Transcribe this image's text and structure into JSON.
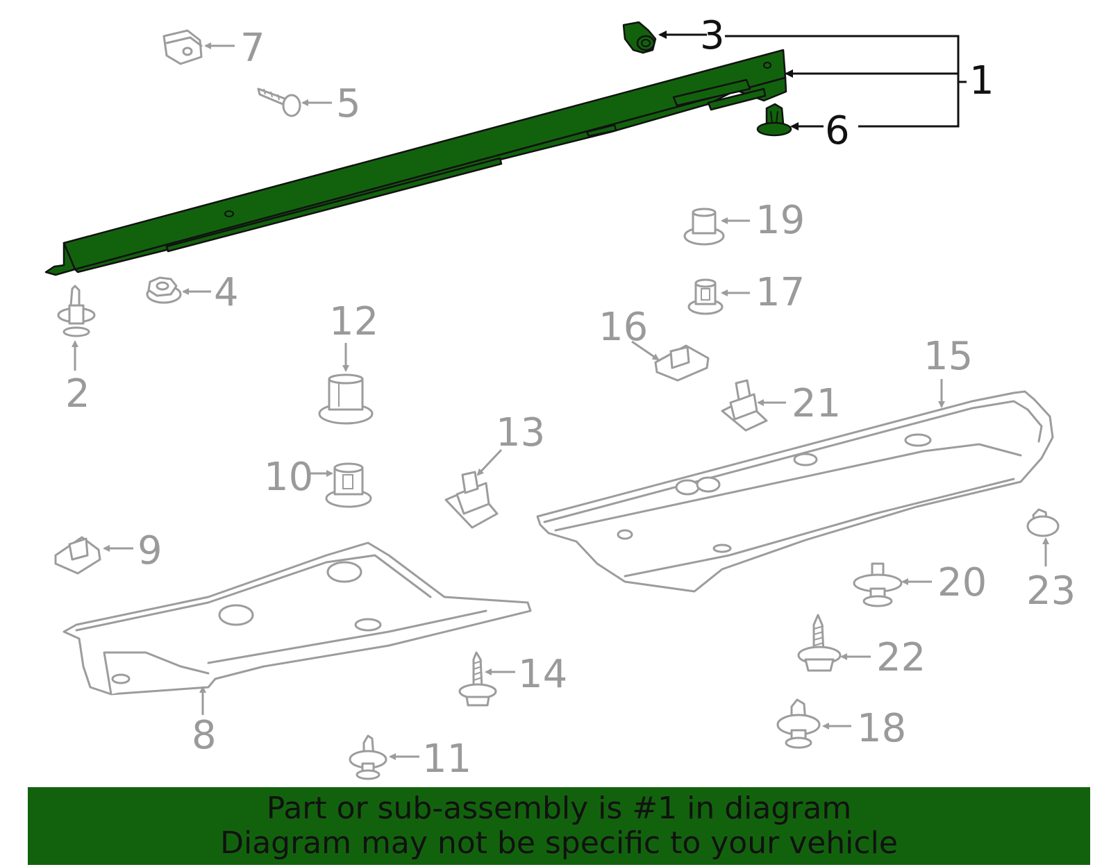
{
  "diagram": {
    "callouts": {
      "c1": "1",
      "c2": "2",
      "c3": "3",
      "c4": "4",
      "c5": "5",
      "c6": "6",
      "c7": "7",
      "c8": "8",
      "c9": "9",
      "c10": "10",
      "c11": "11",
      "c12": "12",
      "c13": "13",
      "c14": "14",
      "c15": "15",
      "c16": "16",
      "c17": "17",
      "c18": "18",
      "c19": "19",
      "c20": "20",
      "c21": "21",
      "c22": "22",
      "c23": "23"
    },
    "highlight_color": "#12620d",
    "part_color": "#9c9c9c"
  },
  "banner": {
    "line1": "Part or sub-assembly is #1 in diagram",
    "line2": "Diagram may not be specific to your vehicle",
    "background": "#12620d"
  }
}
